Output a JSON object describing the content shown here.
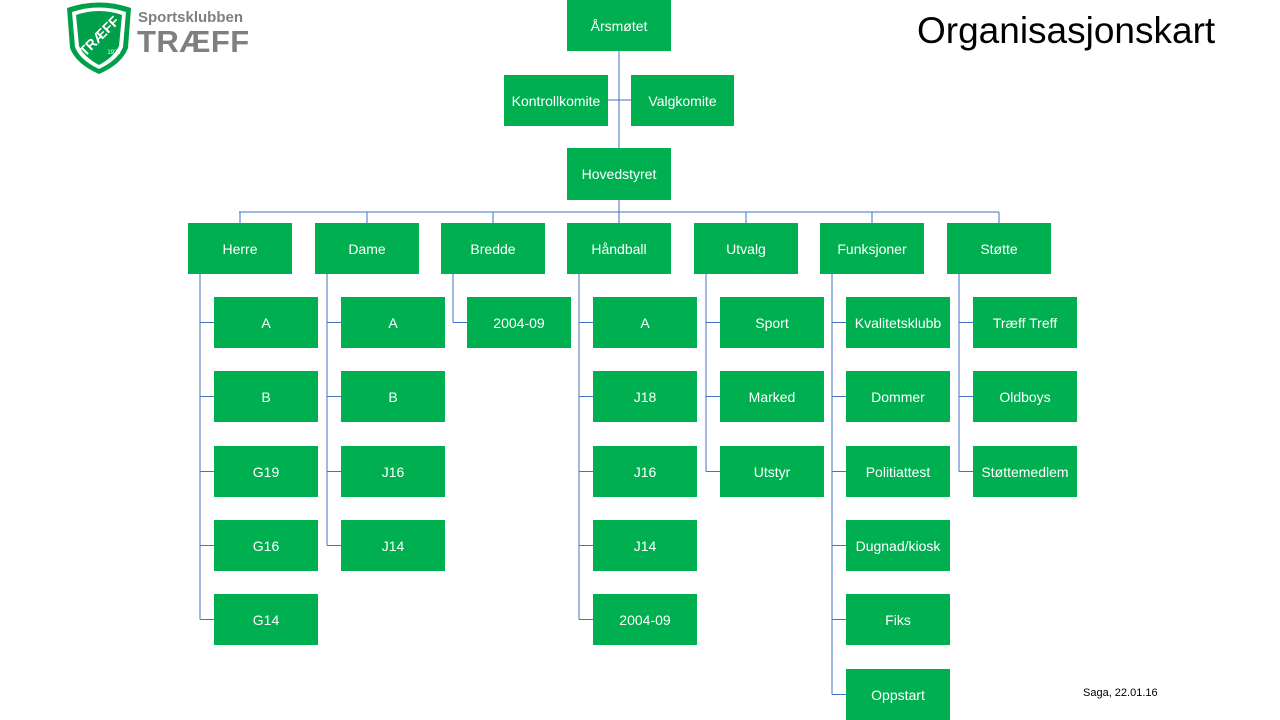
{
  "title": "Organisasjonskart",
  "footer": "Saga, 22.01.16",
  "logo": {
    "label_small": "Sportsklubben",
    "label_big": "TRÆFF",
    "badge_text": "TRÆFF",
    "badge_year": "1924",
    "colors": {
      "green": "#00a04b",
      "grey": "#7f7f7f"
    }
  },
  "colors": {
    "box": "#00b050",
    "box_text": "#ffffff",
    "connector": "#4472c4"
  },
  "top": {
    "arsmotet": "Årsmøtet",
    "kontrollkomite": "Kontrollkomite",
    "valgkomite": "Valgkomite",
    "hovedstyret": "Hovedstyret"
  },
  "columns": [
    {
      "label": "Herre",
      "items": [
        "A",
        "B",
        "G19",
        "G16",
        "G14"
      ]
    },
    {
      "label": "Dame",
      "items": [
        "A",
        "B",
        "J16",
        "J14"
      ]
    },
    {
      "label": "Bredde",
      "items": [
        "2004-09"
      ]
    },
    {
      "label": "Håndball",
      "items": [
        "A",
        "J18",
        "J16",
        "J14",
        "2004-09"
      ]
    },
    {
      "label": "Utvalg",
      "items": [
        "Sport",
        "Marked",
        "Utstyr"
      ]
    },
    {
      "label": "Funksjoner",
      "items": [
        "Kvalitetsklubb",
        "Dommer",
        "Politiattest",
        "Dugnad/kiosk",
        "Fiks",
        "Oppstart"
      ]
    },
    {
      "label": "Støtte",
      "items": [
        "Træff Treff",
        "Oldboys",
        "Støttemedlem"
      ]
    }
  ]
}
